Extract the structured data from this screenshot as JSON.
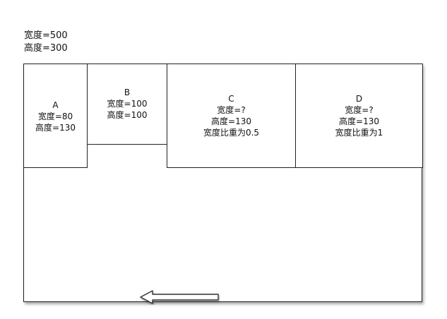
{
  "container": {
    "width_label": "宽度=500",
    "height_label": "高度=300"
  },
  "boxes": {
    "a": {
      "name": "A",
      "width_label": "宽度=80",
      "height_label": "高度=130"
    },
    "b": {
      "name": "B",
      "width_label": "宽度=100",
      "height_label": "高度=100"
    },
    "c": {
      "name": "C",
      "width_label": "宽度=?",
      "height_label": "高度=130",
      "ratio_label": "宽度比重为0.5"
    },
    "d": {
      "name": "D",
      "width_label": "宽度=?",
      "height_label": "高度=130",
      "ratio_label": "宽度比重为1"
    }
  },
  "arrow": {
    "direction": "left",
    "icon": "hollow-left-arrow-icon"
  }
}
